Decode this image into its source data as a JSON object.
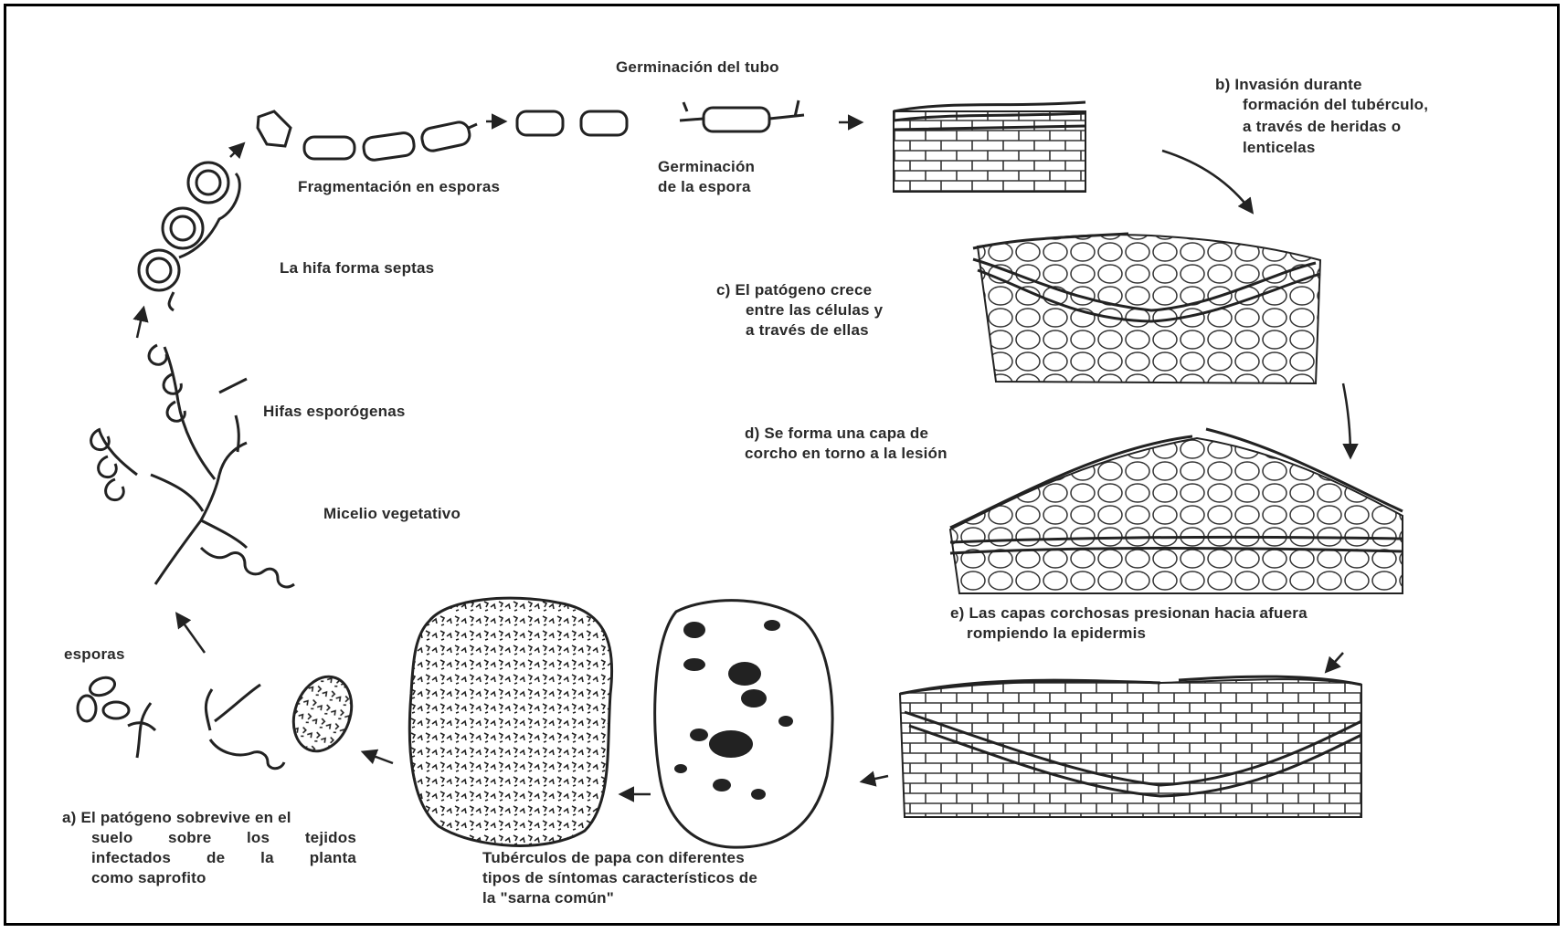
{
  "labels": {
    "germ_tubo": "Germinación del tubo",
    "fragmentacion": "Fragmentación en esporas",
    "germ_espora_1": "Germinación",
    "germ_espora_2": "de la espora",
    "b1": "b) Invasión durante",
    "b2": "formación del tubérculo,",
    "b3": "a través de heridas o",
    "b4": "lenticelas",
    "hifa_septas": "La hifa forma septas",
    "c1": "c) El patógeno crece",
    "c2": "entre las células y",
    "c3": "a través de ellas",
    "hifas_esporogenas": "Hifas esporógenas",
    "d1": "d) Se forma una capa de",
    "d2": "corcho en torno a la lesión",
    "micelio": "Micelio vegetativo",
    "e1": "e) Las capas corchosas presionan hacia afuera",
    "e2": "rompiendo la epidermis",
    "esporas": "esporas",
    "a1": "a) El patógeno sobrevive en el",
    "a2": "suelo sobre los tejidos",
    "a3": "infectados de la planta",
    "a4": "como saprofito",
    "t1": "Tubérculos de papa con diferentes",
    "t2": "tipos de síntomas característicos de",
    "t3": "la \"sarna común\""
  },
  "colors": {
    "ink": "#2a2a2a",
    "paper": "#ffffff",
    "frame": "#000000"
  }
}
